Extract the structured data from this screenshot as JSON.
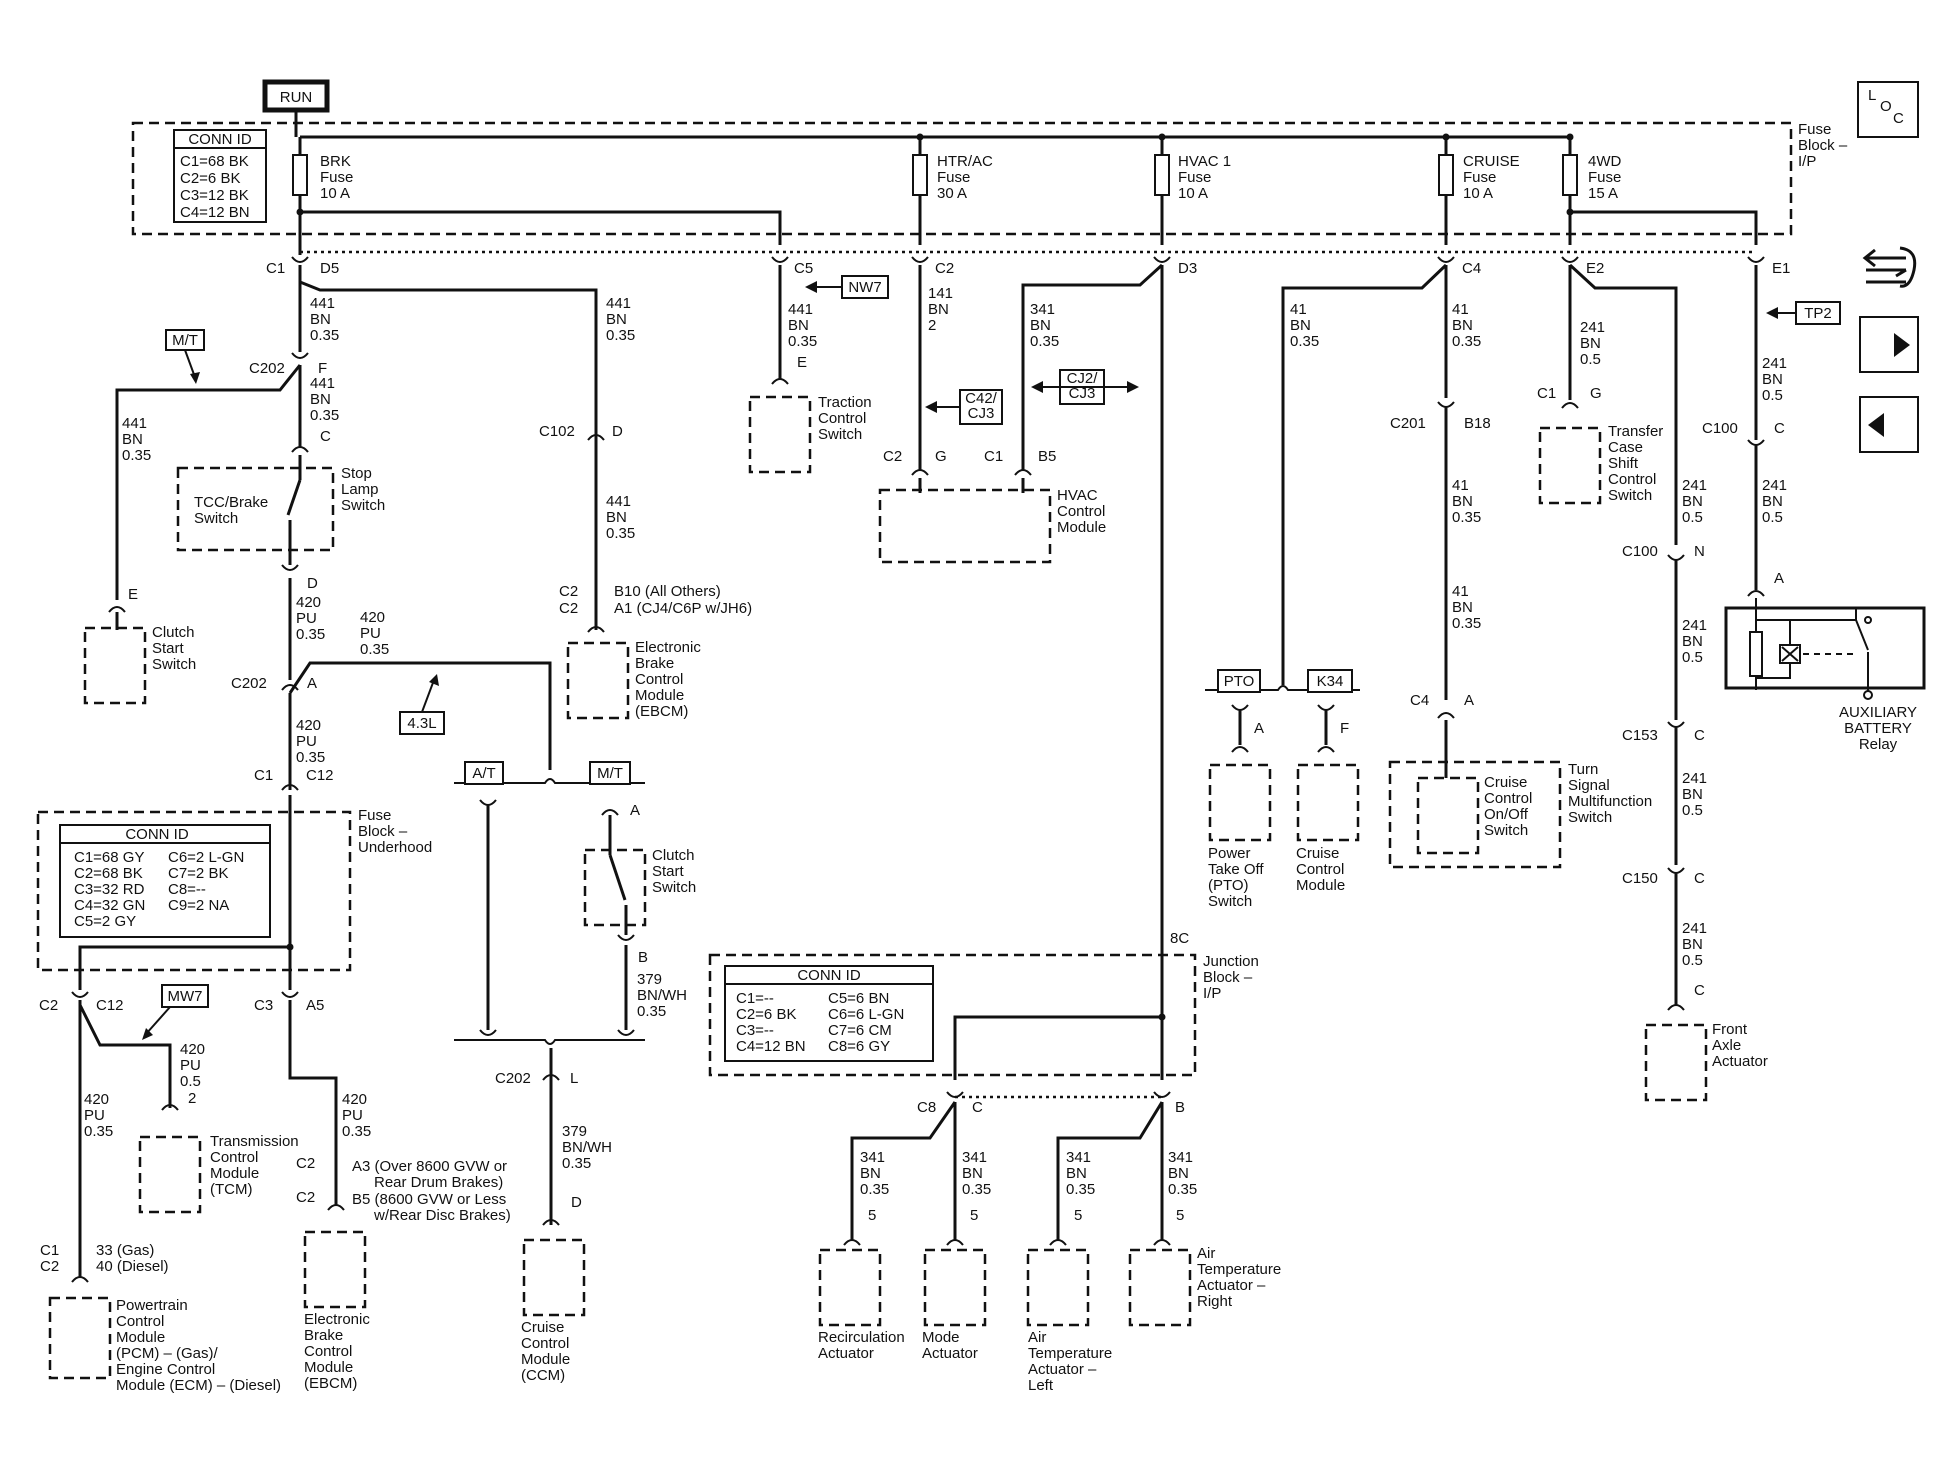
{
  "header": {
    "run": "RUN"
  },
  "nav": {
    "loc_l": "L",
    "loc_o": "O",
    "loc_c": "C"
  },
  "fuse_block_ip": {
    "label": [
      "Fuse",
      "Block –",
      "I/P"
    ],
    "conn_id_title": "CONN ID",
    "conn_ids": [
      "C1=68 BK",
      "C2=6 BK",
      "C3=12 BK",
      "C4=12 BN"
    ],
    "fuses": [
      {
        "name": "BRK",
        "type": "Fuse",
        "rating": "10 A"
      },
      {
        "name": "HTR/AC",
        "type": "Fuse",
        "rating": "30 A"
      },
      {
        "name": "HVAC 1",
        "type": "Fuse",
        "rating": "10 A"
      },
      {
        "name": "CRUISE",
        "type": "Fuse",
        "rating": "10 A"
      },
      {
        "name": "4WD",
        "type": "Fuse",
        "rating": "15 A"
      }
    ]
  },
  "fuse_block_underhood": {
    "label": [
      "Fuse",
      "Block –",
      "Underhood"
    ],
    "conn_id_title": "CONN ID",
    "conn_ids_left": [
      "C1=68 GY",
      "C2=68 BK",
      "C3=32 RD",
      "C4=32 GN",
      "C5=2 GY"
    ],
    "conn_ids_right": [
      "C6=2 L-GN",
      "C7=2 BK",
      "C8=--",
      "C9=2 NA"
    ]
  },
  "junction_block": {
    "label": [
      "Junction",
      "Block –",
      "I/P"
    ],
    "pin": "8C",
    "conn_id_title": "CONN ID",
    "conn_ids_left": [
      "C1=--",
      "C2=6 BK",
      "C3=--",
      "C4=12 BN"
    ],
    "conn_ids_right": [
      "C5=6 BN",
      "C6=6 L-GN",
      "C7=6 CM",
      "C8=6 GY"
    ]
  },
  "tags": {
    "mt1": "M/T",
    "nw7": "NW7",
    "c42": [
      "C42/",
      "CJ3"
    ],
    "cj2": [
      "CJ2/",
      "CJ3"
    ],
    "tp2": "TP2",
    "l43": "4.3L",
    "at": "A/T",
    "mt2": "M/T",
    "mw7": "MW7",
    "pto": "PTO",
    "k34": "K34"
  },
  "connectors": {
    "c1": "C1",
    "d5": "D5",
    "c5": "C5",
    "c2": "C2",
    "d3": "D3",
    "c4": "C4",
    "e2": "E2",
    "e1": "E1",
    "c202_1": "C202",
    "f": "F",
    "c_stop": "C",
    "c102": "C102",
    "d_ebcm": "D",
    "e_tcs": "E",
    "c2_hvac": "C2",
    "g_hvac": "G",
    "c1_hvac": "C1",
    "b5_hvac": "B5",
    "c201": "C201",
    "b18": "B18",
    "c1_tcase": "C1",
    "g_tcase": "G",
    "c100_1": "C100",
    "c_c100": "C",
    "c100_2": "C100",
    "n_c100": "N",
    "a_aux": "A",
    "d_tcc": "D",
    "e_clutch1": "E",
    "c202_2": "C202",
    "a_c202": "A",
    "ebcm_c2a": "C2",
    "ebcm_c2b": "C2",
    "ebcm_b10": "B10 (All Others)",
    "ebcm_a1": "A1 (CJ4/C6P w/JH6)",
    "c1_uh": "C1",
    "c12_uh": "C12",
    "c2_uh": "C2",
    "c12_uh2": "C12",
    "c3_uh": "C3",
    "a5_uh": "A5",
    "a_clutch2": "A",
    "b_clutch2": "B",
    "c202_3": "C202",
    "l_c202": "L",
    "d_ccm": "D",
    "tcm_2": "2",
    "ebcm2_c2a": "C2",
    "ebcm2_c2b": "C2",
    "ebcm2_a3": [
      "A3 (Over 8600 GVW or",
      "Rear Drum Brakes)"
    ],
    "ebcm2_b5": [
      "B5 (8600 GVW or Less",
      "w/Rear Disc Brakes)"
    ],
    "pcm_c1": "C1",
    "pcm_c2": "C2",
    "pcm_33": "33 (Gas)",
    "pcm_40": "40 (Diesel)",
    "c8_jb": "C8",
    "c_jb": "C",
    "b_jb": "B",
    "a_pto": "A",
    "f_ccm": "F",
    "c4_ts": "C4",
    "a_ts": "A",
    "c153": "C153",
    "c_c153": "C",
    "c150": "C150",
    "c_c150": "C",
    "c_fax": "C",
    "act_5a": "5",
    "act_5b": "5",
    "act_5c": "5",
    "act_5d": "5"
  },
  "wires": {
    "brk_c1": [
      "441",
      "BN",
      "0.35"
    ],
    "brk_d5": [
      "441",
      "BN",
      "0.35"
    ],
    "brk_f": [
      "441",
      "BN",
      "0.35"
    ],
    "clutch1": [
      "441",
      "BN",
      "0.35"
    ],
    "ebcm": [
      "441",
      "BN",
      "0.35"
    ],
    "tcs": [
      "441",
      "BN",
      "0.35"
    ],
    "htr": [
      "141",
      "BN",
      "2"
    ],
    "hvac": [
      "341",
      "BN",
      "0.35"
    ],
    "pto": [
      "41",
      "BN",
      "0.35"
    ],
    "cruise1": [
      "41",
      "BN",
      "0.35"
    ],
    "cruise2": [
      "41",
      "BN",
      "0.35"
    ],
    "cruise3": [
      "41",
      "BN",
      "0.35"
    ],
    "tcase": [
      "241",
      "BN",
      "0.5"
    ],
    "e1": [
      "241",
      "BN",
      "0.5"
    ],
    "c100a": [
      "241",
      "BN",
      "0.5"
    ],
    "c100b": [
      "241",
      "BN",
      "0.5"
    ],
    "fax1": [
      "241",
      "BN",
      "0.5"
    ],
    "fax2": [
      "241",
      "BN",
      "0.5"
    ],
    "fax3": [
      "241",
      "BN",
      "0.5"
    ],
    "pu1": [
      "420",
      "PU",
      "0.35"
    ],
    "pu2": [
      "420",
      "PU",
      "0.35"
    ],
    "pu3": [
      "420",
      "PU",
      "0.35"
    ],
    "pu_pcm": [
      "420",
      "PU",
      "0.35"
    ],
    "pu_tcm": [
      "420",
      "PU",
      "0.5"
    ],
    "pu_ebcm": [
      "420",
      "PU",
      "0.35"
    ],
    "wh1": [
      "379",
      "BN/WH",
      "0.35"
    ],
    "wh2": [
      "379",
      "BN/WH",
      "0.35"
    ],
    "act1": [
      "341",
      "BN",
      "0.35"
    ],
    "act2": [
      "341",
      "BN",
      "0.35"
    ],
    "act3": [
      "341",
      "BN",
      "0.35"
    ],
    "act4": [
      "341",
      "BN",
      "0.35"
    ]
  },
  "components": {
    "tcs": [
      "Traction",
      "Control",
      "Switch"
    ],
    "hvac": [
      "HVAC",
      "Control",
      "Module"
    ],
    "tcase": [
      "Transfer",
      "Case",
      "Shift",
      "Control",
      "Switch"
    ],
    "aux_relay": [
      "AUXILIARY",
      "BATTERY",
      "Relay"
    ],
    "stop_lamp": [
      "Stop",
      "Lamp",
      "Switch"
    ],
    "tcc_brake": [
      "TCC/Brake",
      "Switch"
    ],
    "clutch1": [
      "Clutch",
      "Start",
      "Switch"
    ],
    "ebcm1": [
      "Electronic",
      "Brake",
      "Control",
      "Module",
      "(EBCM)"
    ],
    "clutch2": [
      "Clutch",
      "Start",
      "Switch"
    ],
    "tcm": [
      "Transmission",
      "Control",
      "Module",
      "(TCM)"
    ],
    "pcm": [
      "Powertrain",
      "Control",
      "Module",
      "(PCM) – (Gas)/",
      "Engine Control",
      "Module (ECM) – (Diesel)"
    ],
    "ebcm2": [
      "Electronic",
      "Brake",
      "Control",
      "Module",
      "(EBCM)"
    ],
    "ccm1": [
      "Cruise",
      "Control",
      "Module",
      "(CCM)"
    ],
    "pto": [
      "Power",
      "Take Off",
      "(PTO)",
      "Switch"
    ],
    "ccm2": [
      "Cruise",
      "Control",
      "Module"
    ],
    "cruise_sw": [
      "Cruise",
      "Control",
      "On/Off",
      "Switch"
    ],
    "turn_sig": [
      "Turn",
      "Signal",
      "Multifunction",
      "Switch"
    ],
    "front_axle": [
      "Front",
      "Axle",
      "Actuator"
    ],
    "recirc": [
      "Recirculation",
      "Actuator"
    ],
    "mode": [
      "Mode",
      "Actuator"
    ],
    "air_left": [
      "Air",
      "Temperature",
      "Actuator –",
      "Left"
    ],
    "air_right": [
      "Air",
      "Temperature",
      "Actuator –",
      "Right"
    ]
  }
}
